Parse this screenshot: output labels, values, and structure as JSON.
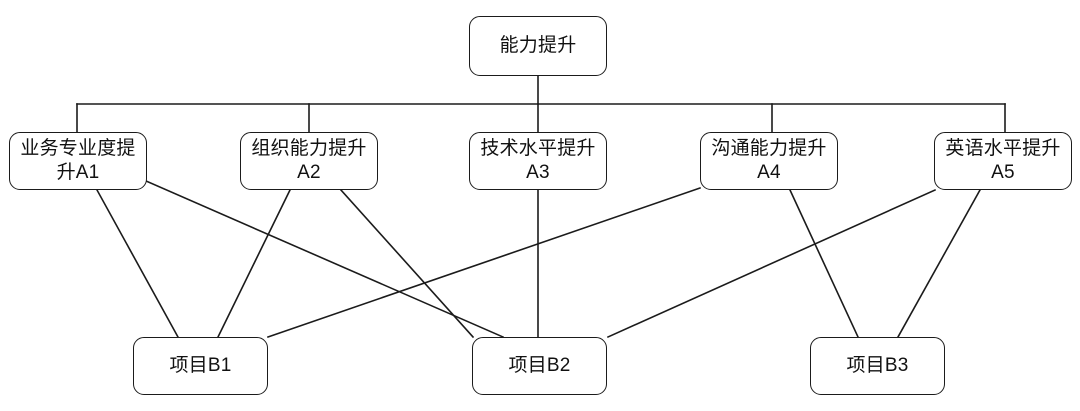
{
  "diagram": {
    "type": "hierarchy-mapping-diagram",
    "background_color": "#ffffff",
    "node_border_color": "#1b1b1b",
    "edge_color": "#1b1b1b",
    "root": {
      "id": "root",
      "label": "能力提升"
    },
    "capabilities": [
      {
        "id": "A1",
        "label": "业务专业度提\n升A1"
      },
      {
        "id": "A2",
        "label": "组织能力提升\nA2"
      },
      {
        "id": "A3",
        "label": "技术水平提升\nA3"
      },
      {
        "id": "A4",
        "label": "沟通能力提升\nA4"
      },
      {
        "id": "A5",
        "label": "英语水平提升\nA5"
      }
    ],
    "projects": [
      {
        "id": "B1",
        "label": "项目B1"
      },
      {
        "id": "B2",
        "label": "项目B2"
      },
      {
        "id": "B3",
        "label": "项目B3"
      }
    ],
    "links": [
      {
        "from": "A1",
        "to": "B1"
      },
      {
        "from": "A1",
        "to": "B2"
      },
      {
        "from": "A2",
        "to": "B1"
      },
      {
        "from": "A2",
        "to": "B2"
      },
      {
        "from": "A3",
        "to": "B2"
      },
      {
        "from": "A4",
        "to": "B1"
      },
      {
        "from": "A4",
        "to": "B3"
      },
      {
        "from": "A5",
        "to": "B2"
      },
      {
        "from": "A5",
        "to": "B3"
      }
    ]
  }
}
